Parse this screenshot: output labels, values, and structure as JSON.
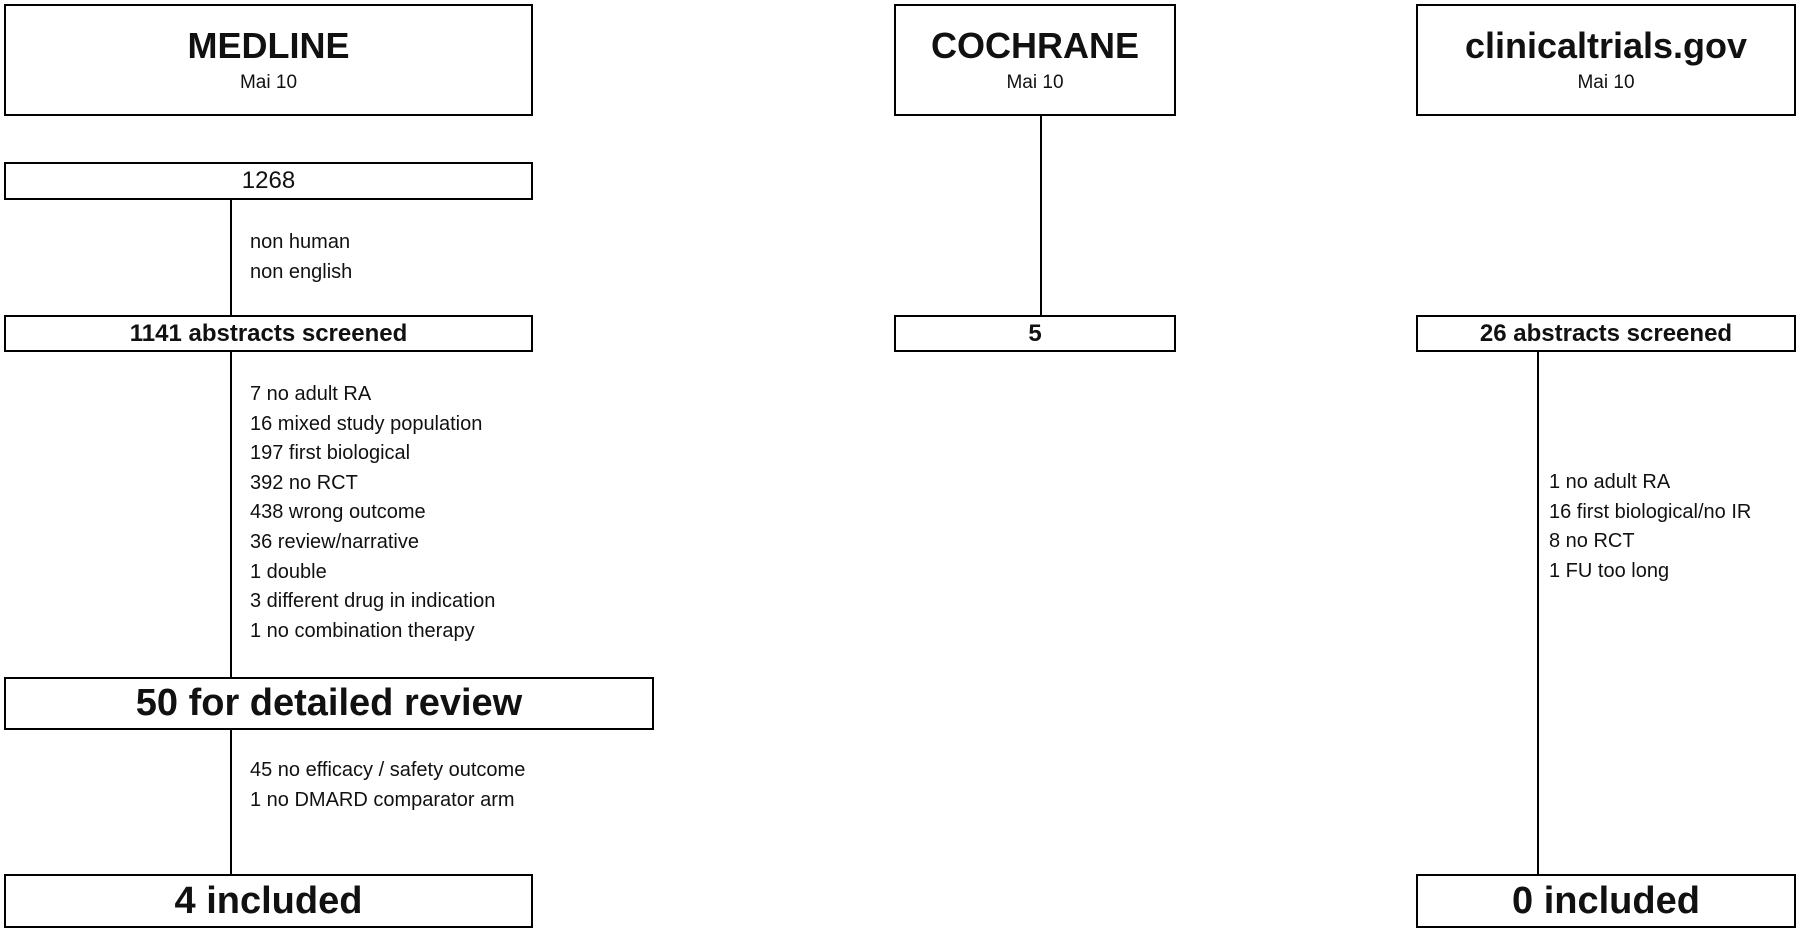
{
  "medline": {
    "title": "MEDLINE",
    "date": "Mai 10",
    "count": "1268",
    "excl1": [
      "non human",
      "non english"
    ],
    "screened": "1141 abstracts screened",
    "excl2": [
      "7 no adult RA",
      "16 mixed study population",
      "197 first biological",
      "392 no RCT",
      "438 wrong outcome",
      "36 review/narrative",
      "1 double",
      "3 different drug in indication",
      "1 no combination therapy"
    ],
    "detailed": "50 for detailed review",
    "excl3": [
      "45 no efficacy / safety outcome",
      "1 no DMARD comparator arm"
    ],
    "included": "4 included"
  },
  "cochrane": {
    "title": "COCHRANE",
    "date": "Mai 10",
    "count": "5"
  },
  "trials": {
    "title": "clinicaltrials.gov",
    "date": "Mai 10",
    "screened": "26 abstracts screened",
    "excl": [
      "1 no adult RA",
      "16 first biological/no IR",
      "8 no RCT",
      "1 FU too long"
    ],
    "included": "0 included"
  }
}
